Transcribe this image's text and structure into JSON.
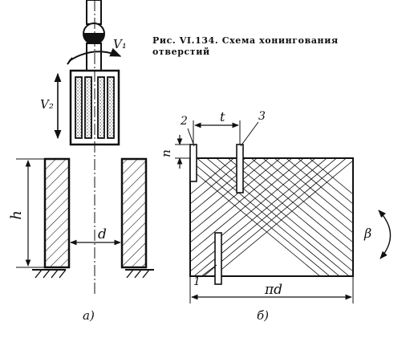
{
  "caption": "Рис. VI.134. Схема хонингования отверстий",
  "labels": {
    "v1": "V₁",
    "v2": "V₂",
    "h": "h",
    "d": "d",
    "t": "t",
    "n": "n",
    "pi_d": "πd",
    "beta": "β",
    "num1": "1",
    "num2": "2",
    "num3": "3",
    "sub_a": "а)",
    "sub_b": "б)"
  },
  "colors": {
    "ink": "#111111",
    "paper": "#ffffff"
  }
}
